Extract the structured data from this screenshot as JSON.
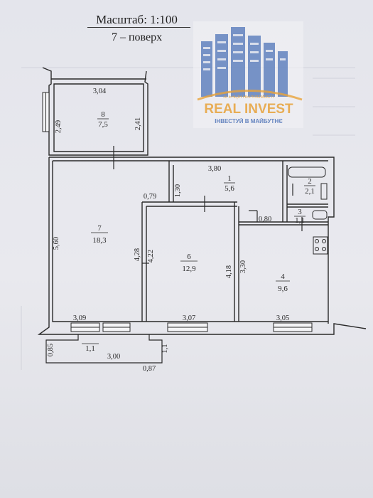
{
  "header": {
    "scale": "Масштаб: 1:100",
    "floor": "7 – поверх"
  },
  "logo": {
    "line1": "АГЕНЦІЯ НЕРУХОМОСТІ",
    "line2": "REAL INVEST",
    "line3": "ІНВЕСТУЙ В МАЙБУТНЄ",
    "colors": {
      "blue": "#4f74b8",
      "orange": "#e8a33a"
    }
  },
  "rooms": [
    {
      "id": "8",
      "area": "7,5"
    },
    {
      "id": "1",
      "area": "5,6"
    },
    {
      "id": "2",
      "area": "2,1"
    },
    {
      "id": "3",
      "area": "1,1"
    },
    {
      "id": "7",
      "area": "18,3"
    },
    {
      "id": "6",
      "area": "12,9"
    },
    {
      "id": "4",
      "area": "9,6"
    }
  ],
  "balcony_area": "1,1",
  "dims": {
    "d304": "3,04",
    "d249": "2,49",
    "d241": "2,41",
    "d380": "3,80",
    "d130": "1,30",
    "d079": "0,79",
    "d080": "0,80",
    "d560": "5,60",
    "d428": "4,28",
    "d422": "4,22",
    "d418": "4,18",
    "d330": "3,30",
    "d309": "3,09",
    "d307": "3,07",
    "d305": "3,05",
    "d085": "0,85",
    "d300": "3,00",
    "d087": "0,87",
    "d11": "1,1"
  }
}
